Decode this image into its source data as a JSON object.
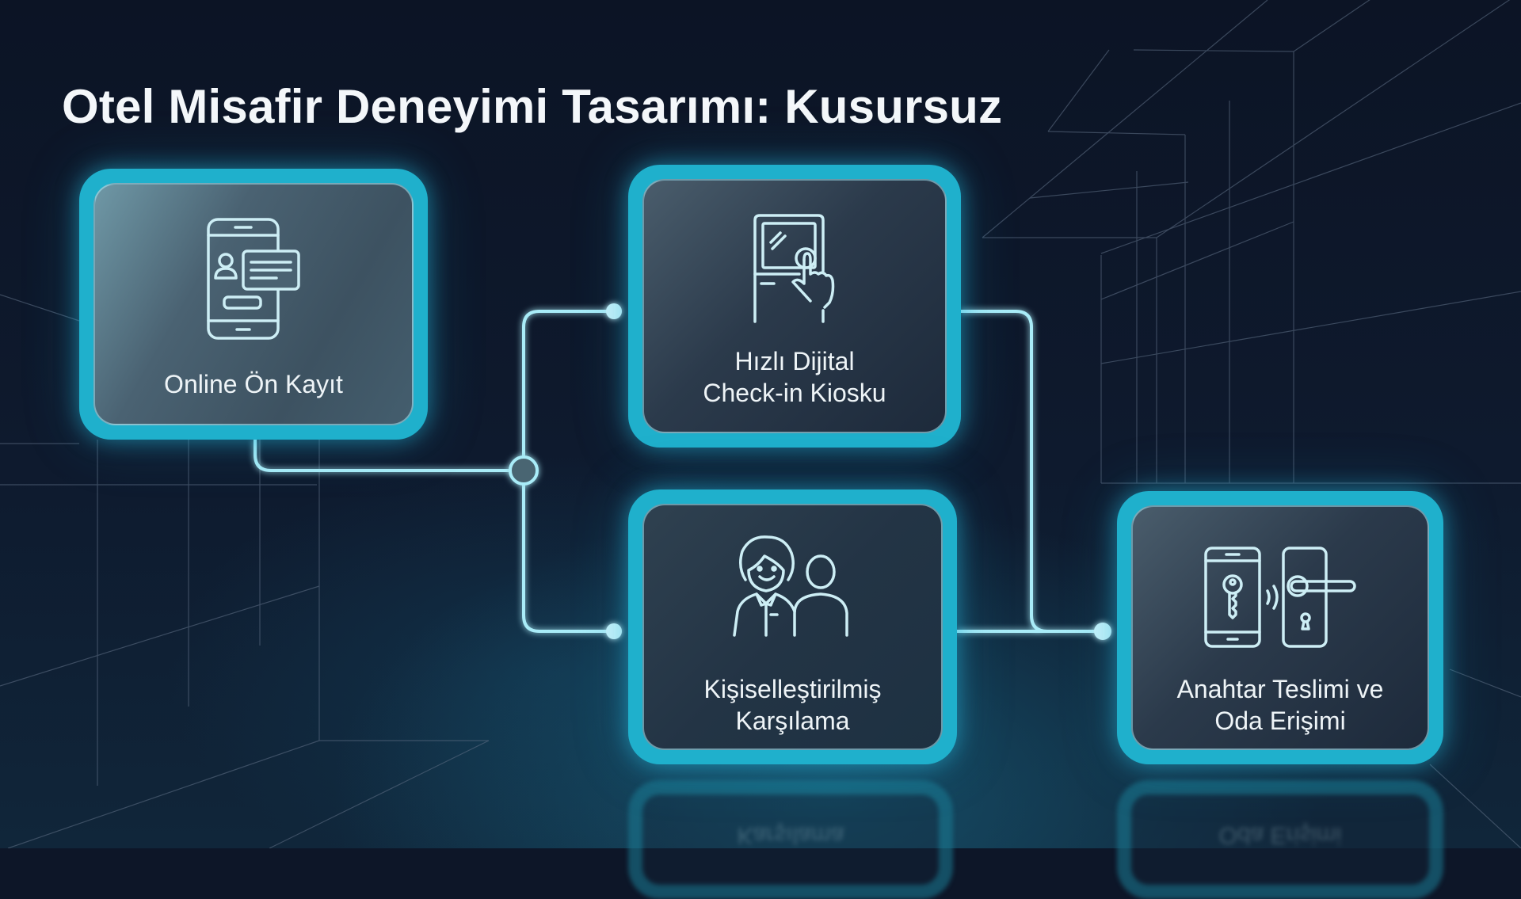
{
  "title": "Otel Misafir Deneyimi Tasarımı: Kusursuz",
  "colors": {
    "background": "#0d1628",
    "card_border": "#1fb0cc",
    "connector": "#a9ecf8",
    "text": "#eef4f7"
  },
  "steps": [
    {
      "id": "online-pre-registration",
      "icon": "smartphone-profile-form-icon",
      "label_lines": [
        "Online Ön Kayıt"
      ]
    },
    {
      "id": "digital-checkin-kiosk",
      "icon": "touchscreen-kiosk-hand-icon",
      "label_lines": [
        "Hızlı Dijital",
        "Check-in Kiosku"
      ]
    },
    {
      "id": "personalized-welcome",
      "icon": "receptionist-guest-icon",
      "label_lines": [
        "Kişiselleştirilmiş",
        "Karşılama"
      ]
    },
    {
      "id": "key-delivery-room-access",
      "icon": "mobile-key-door-lock-icon",
      "label_lines": [
        "Anahtar Teslimi ve",
        "Oda Erişimi"
      ]
    }
  ],
  "flow": [
    {
      "from": "online-pre-registration",
      "to": "digital-checkin-kiosk"
    },
    {
      "from": "online-pre-registration",
      "to": "personalized-welcome"
    },
    {
      "from": "digital-checkin-kiosk",
      "to": "key-delivery-room-access"
    },
    {
      "from": "personalized-welcome",
      "to": "key-delivery-room-access"
    }
  ],
  "reflections": {
    "step3": "Karşılama",
    "step4": "Oda Erişimi"
  }
}
